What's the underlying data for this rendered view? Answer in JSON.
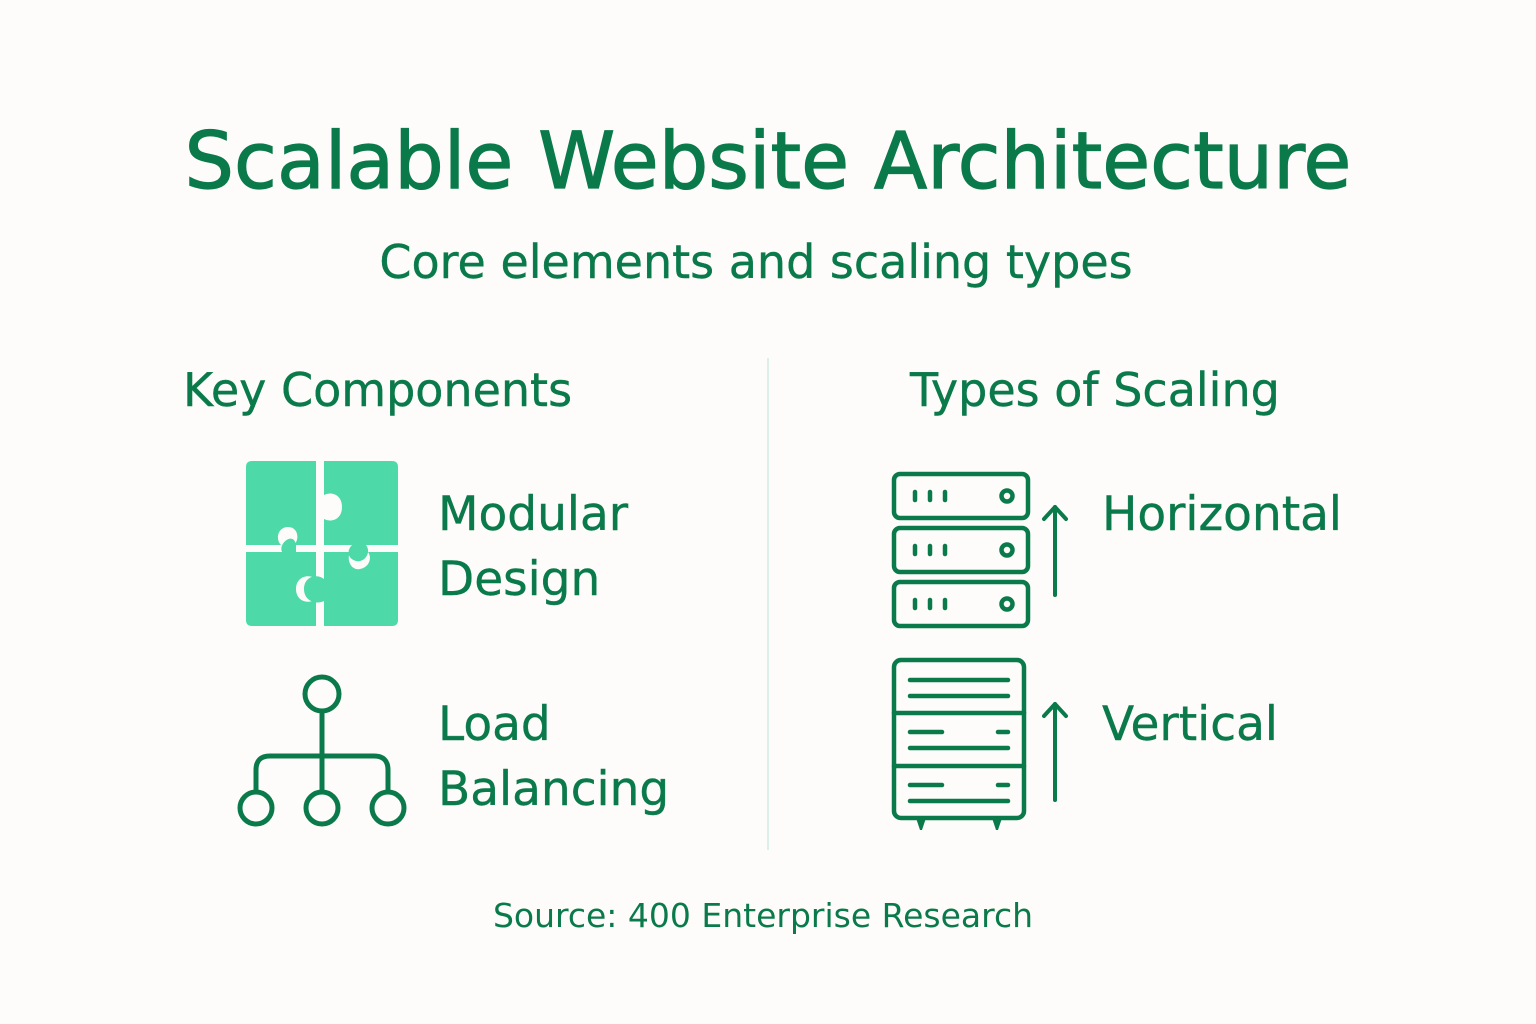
{
  "header": {
    "title": "Scalable Website Architecture",
    "subtitle": "Core elements and scaling types"
  },
  "colors": {
    "text": "#0b7a4b",
    "accent_mint": "#4dd9a8",
    "background": "#fdfcfa",
    "divider": "#dcefe8"
  },
  "left_section": {
    "heading": "Key Components",
    "items": [
      {
        "icon": "puzzle-icon",
        "line1": "Modular",
        "line2": "Design"
      },
      {
        "icon": "network-hierarchy-icon",
        "line1": "Load",
        "line2": "Balancing"
      }
    ]
  },
  "right_section": {
    "heading": "Types of Scaling",
    "items": [
      {
        "icon": "server-stack-arrow-up-icon",
        "label": "Horizontal"
      },
      {
        "icon": "server-cabinet-arrow-up-icon",
        "label": "Vertical"
      }
    ]
  },
  "footer": {
    "source": "Source: 400 Enterprise Research"
  }
}
